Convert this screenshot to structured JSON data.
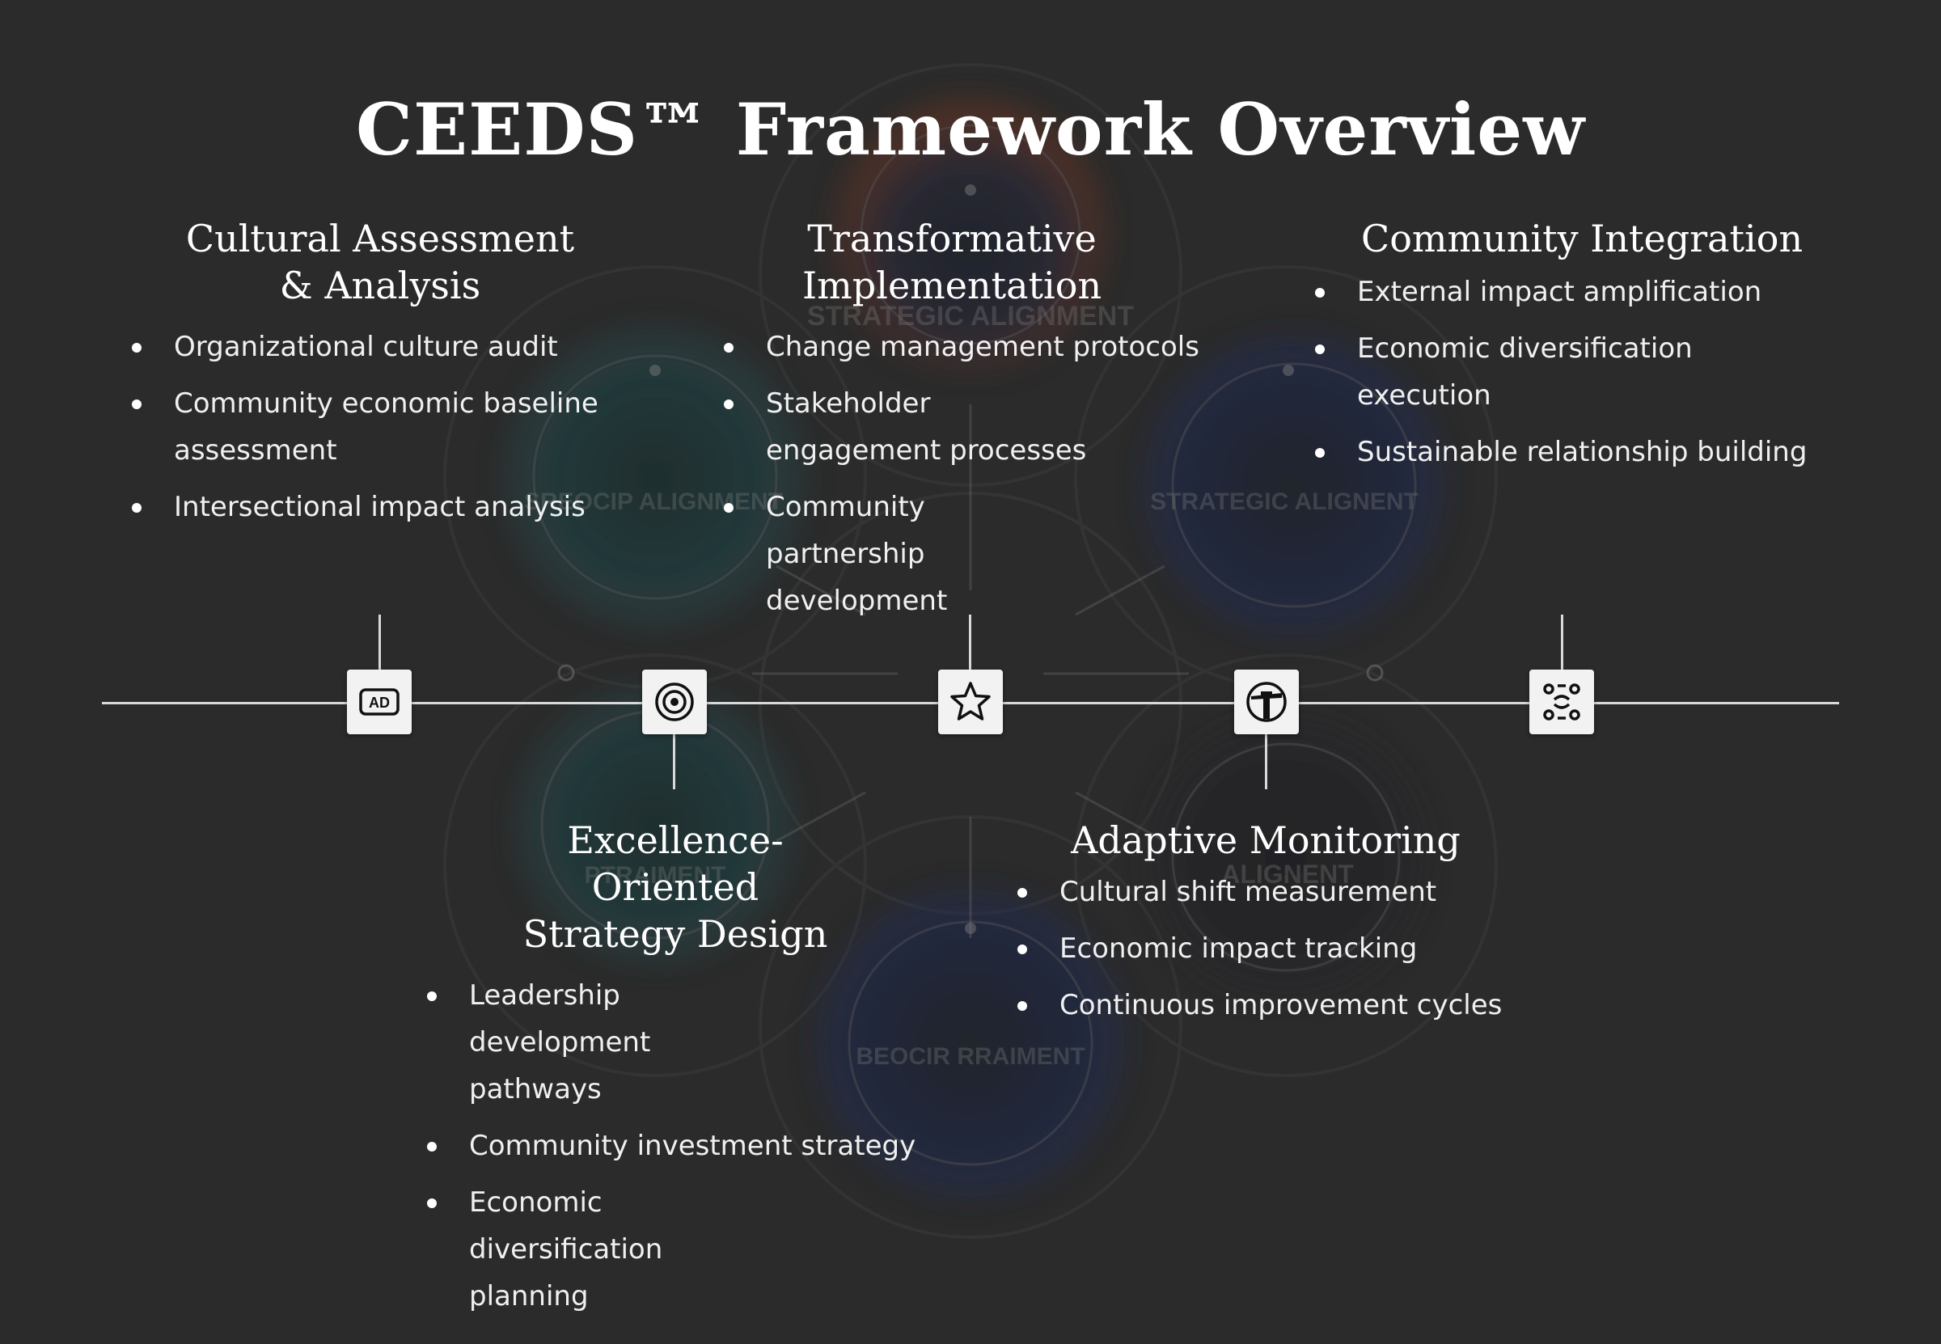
{
  "title": "CEEDS™ Framework Overview",
  "background_wheel_labels": [
    "STRATEGIC ALIGNMENT",
    "SREOCIP ALIGNMENT",
    "STRATEGIC ALIGNENT",
    "PTRAIMENT",
    "ALIGNENT",
    "BEOCIR RRAIMENT"
  ],
  "sections": {
    "cultural": {
      "heading": "Cultural Assessment & Analysis",
      "items": [
        "Organizational culture audit",
        "Community economic baseline assessment",
        "Intersectional impact analysis"
      ]
    },
    "transformative": {
      "heading": "Transformative Implementation",
      "items": [
        "Change management protocols",
        "Stakeholder engagement processes",
        "Community partnership development"
      ]
    },
    "community": {
      "heading": "Community Integration",
      "items": [
        "External impact amplification",
        "Economic diversification execution",
        "Sustainable relationship building"
      ]
    },
    "excellence": {
      "heading": "Excellence-Oriented Strategy Design",
      "items": [
        "Leadership development pathways",
        "Community investment strategy",
        "Economic diversification planning"
      ]
    },
    "adaptive": {
      "heading": "Adaptive Monitoring",
      "items": [
        "Cultural shift measurement",
        "Economic impact tracking",
        "Continuous improvement cycles"
      ]
    }
  },
  "nodes": [
    {
      "icon": "ad-icon",
      "label": "AD"
    },
    {
      "icon": "target-icon"
    },
    {
      "icon": "star-icon"
    },
    {
      "icon": "lighthouse-icon"
    },
    {
      "icon": "network-icon"
    }
  ],
  "colors": {
    "background": "#2b2b2b",
    "line": "#d9d9d9",
    "node_bg": "#f2f2f2",
    "wheel_teal": "#1d4a4f",
    "wheel_orange": "#a0451a",
    "wheel_navy": "#1c2a55"
  }
}
